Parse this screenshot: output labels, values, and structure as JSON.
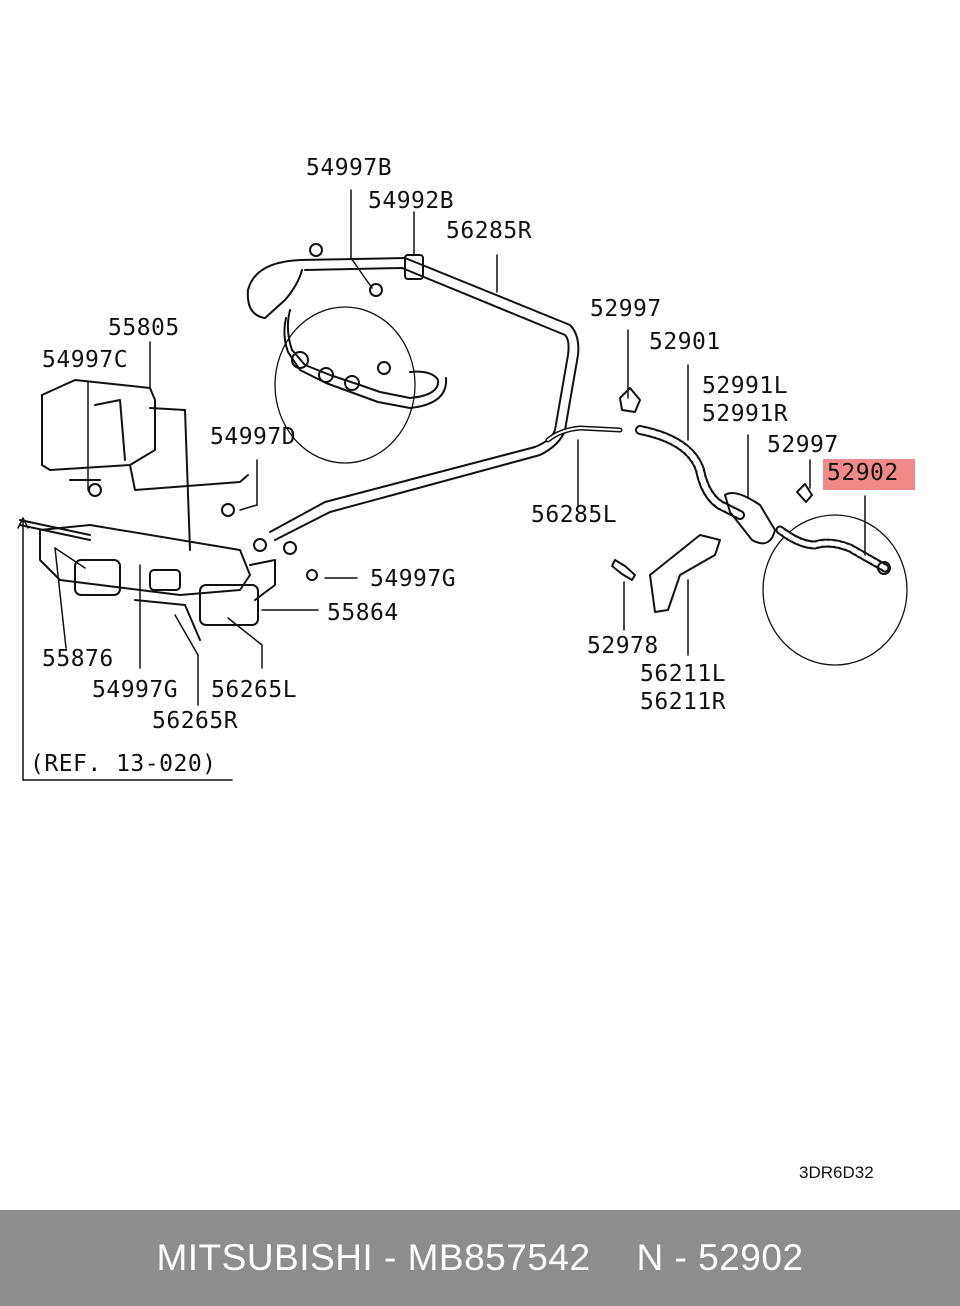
{
  "diagram": {
    "labels": [
      {
        "id": "54997B",
        "text": "54997B"
      },
      {
        "id": "54992B",
        "text": "54992B"
      },
      {
        "id": "56285R",
        "text": "56285R"
      },
      {
        "id": "55805",
        "text": "55805"
      },
      {
        "id": "54997C",
        "text": "54997C"
      },
      {
        "id": "54997D",
        "text": "54997D"
      },
      {
        "id": "52997a",
        "text": "52997"
      },
      {
        "id": "52901",
        "text": "52901"
      },
      {
        "id": "52991L",
        "text": "52991L"
      },
      {
        "id": "52991R",
        "text": "52991R"
      },
      {
        "id": "52997b",
        "text": "52997"
      },
      {
        "id": "52902",
        "text": "52902",
        "highlighted": true
      },
      {
        "id": "56285L",
        "text": "56285L"
      },
      {
        "id": "54997G_a",
        "text": "54997G"
      },
      {
        "id": "55864",
        "text": "55864"
      },
      {
        "id": "55876",
        "text": "55876"
      },
      {
        "id": "54997G_b",
        "text": "54997G"
      },
      {
        "id": "56265L",
        "text": "56265L"
      },
      {
        "id": "56265R",
        "text": "56265R"
      },
      {
        "id": "52978",
        "text": "52978"
      },
      {
        "id": "56211L",
        "text": "56211L"
      },
      {
        "id": "56211R",
        "text": "56211R"
      },
      {
        "id": "ref",
        "text": "(REF. 13-020)"
      }
    ],
    "diagram_code": "3DR6D32",
    "highlight_color": "#f08a8a"
  },
  "footer": {
    "brand_part": "MITSUBISHI - MB857542",
    "ref_number": "N - 52902",
    "background": "#8d8d8d"
  }
}
